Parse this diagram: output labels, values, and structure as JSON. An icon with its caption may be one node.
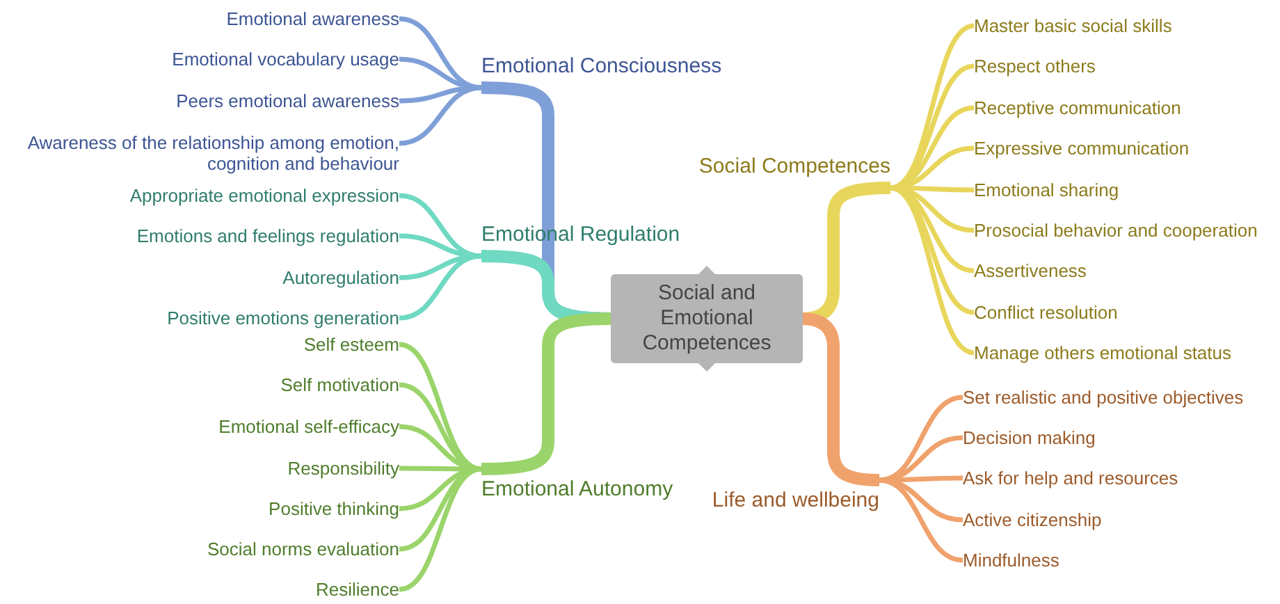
{
  "diagram": {
    "nodes": [
      {
        "text": [
          "Social and Emotional Competences"
        ]
      },
      {
        "text": [
          "Emotional Consciousness"
        ]
      },
      {
        "text": [
          "Emotional awareness"
        ]
      },
      {
        "text": [
          "Emotional vocabulary usage"
        ]
      },
      {
        "text": [
          "Peers emotional awareness"
        ]
      },
      {
        "text": [
          "Awareness of the relationship among emotion, cognition and behaviour"
        ]
      },
      {
        "text": [
          "Emotional Regulation"
        ]
      },
      {
        "text": [
          "Appropriate emotional expression"
        ]
      },
      {
        "text": [
          "Emotions and feelings regulation"
        ]
      },
      {
        "text": [
          "Autoregulation"
        ]
      },
      {
        "text": [
          "Positive emotions generation"
        ]
      },
      {
        "text": [
          "Emotional Autonomy"
        ]
      },
      {
        "text": [
          "Self esteem"
        ]
      },
      {
        "text": [
          "Self motivation"
        ]
      },
      {
        "text": [
          "Emotional self-efficacy"
        ]
      },
      {
        "text": [
          "Responsibility"
        ]
      },
      {
        "text": [
          "Positive thinking"
        ]
      },
      {
        "text": [
          "Social norms evaluation"
        ]
      },
      {
        "text": [
          "Resilience"
        ]
      },
      {
        "text": [
          "Social Competences"
        ]
      },
      {
        "text": [
          "Master basic social skills"
        ]
      },
      {
        "text": [
          "Respect others"
        ]
      },
      {
        "text": [
          "Receptive communication"
        ]
      },
      {
        "text": [
          "Expressive communication"
        ]
      },
      {
        "text": [
          "Emotional sharing"
        ]
      },
      {
        "text": [
          "Prosocial behavior and cooperation"
        ]
      },
      {
        "text": [
          "Assertiveness"
        ]
      },
      {
        "text": [
          "Conflict resolution"
        ]
      },
      {
        "text": [
          "Manage others emotional status"
        ]
      },
      {
        "text": [
          "Life and wellbeing"
        ]
      },
      {
        "text": [
          "Set realistic and positive objectives"
        ]
      },
      {
        "text": [
          "Decision making"
        ]
      },
      {
        "text": [
          "Ask for help and resources"
        ]
      },
      {
        "text": [
          "Active citizenship"
        ]
      },
      {
        "text": [
          "Mindfulness"
        ]
      }
    ],
    "edges": [
      {
        "from": 0,
        "to": 1,
        "arrow": "none",
        "style": "thick",
        "color": "#7f9fd8"
      },
      {
        "from": 1,
        "to": 2,
        "arrow": "none",
        "color": "#7f9fd8"
      },
      {
        "from": 1,
        "to": 3,
        "arrow": "none",
        "color": "#7f9fd8"
      },
      {
        "from": 1,
        "to": 4,
        "arrow": "none",
        "color": "#7f9fd8"
      },
      {
        "from": 1,
        "to": 5,
        "arrow": "none",
        "color": "#7f9fd8"
      },
      {
        "from": 0,
        "to": 6,
        "arrow": "none",
        "style": "thick",
        "color": "#6fd9c2"
      },
      {
        "from": 6,
        "to": 7,
        "arrow": "none",
        "color": "#6fd9c2"
      },
      {
        "from": 6,
        "to": 8,
        "arrow": "none",
        "color": "#6fd9c2"
      },
      {
        "from": 6,
        "to": 9,
        "arrow": "none",
        "color": "#6fd9c2"
      },
      {
        "from": 6,
        "to": 10,
        "arrow": "none",
        "color": "#6fd9c2"
      },
      {
        "from": 0,
        "to": 11,
        "arrow": "none",
        "style": "thick",
        "color": "#9ad46a"
      },
      {
        "from": 11,
        "to": 12,
        "arrow": "none",
        "color": "#9ad46a"
      },
      {
        "from": 11,
        "to": 13,
        "arrow": "none",
        "color": "#9ad46a"
      },
      {
        "from": 11,
        "to": 14,
        "arrow": "none",
        "color": "#9ad46a"
      },
      {
        "from": 11,
        "to": 15,
        "arrow": "none",
        "color": "#9ad46a"
      },
      {
        "from": 11,
        "to": 16,
        "arrow": "none",
        "color": "#9ad46a"
      },
      {
        "from": 11,
        "to": 17,
        "arrow": "none",
        "color": "#9ad46a"
      },
      {
        "from": 11,
        "to": 18,
        "arrow": "none",
        "color": "#9ad46a"
      },
      {
        "from": 0,
        "to": 19,
        "arrow": "none",
        "style": "thick",
        "color": "#e8d65c"
      },
      {
        "from": 19,
        "to": 20,
        "arrow": "none",
        "color": "#e8d65c"
      },
      {
        "from": 19,
        "to": 21,
        "arrow": "none",
        "color": "#e8d65c"
      },
      {
        "from": 19,
        "to": 22,
        "arrow": "none",
        "color": "#e8d65c"
      },
      {
        "from": 19,
        "to": 23,
        "arrow": "none",
        "color": "#e8d65c"
      },
      {
        "from": 19,
        "to": 24,
        "arrow": "none",
        "color": "#e8d65c"
      },
      {
        "from": 19,
        "to": 25,
        "arrow": "none",
        "color": "#e8d65c"
      },
      {
        "from": 19,
        "to": 26,
        "arrow": "none",
        "color": "#e8d65c"
      },
      {
        "from": 19,
        "to": 27,
        "arrow": "none",
        "color": "#e8d65c"
      },
      {
        "from": 19,
        "to": 28,
        "arrow": "none",
        "color": "#e8d65c"
      },
      {
        "from": 0,
        "to": 29,
        "arrow": "none",
        "style": "thick",
        "color": "#f0a26c"
      },
      {
        "from": 29,
        "to": 30,
        "arrow": "none",
        "color": "#f0a26c"
      },
      {
        "from": 29,
        "to": 31,
        "arrow": "none",
        "color": "#f0a26c"
      },
      {
        "from": 29,
        "to": 32,
        "arrow": "none",
        "color": "#f0a26c"
      },
      {
        "from": 29,
        "to": 33,
        "arrow": "none",
        "color": "#f0a26c"
      },
      {
        "from": 29,
        "to": 34,
        "arrow": "none",
        "color": "#f0a26c"
      }
    ]
  }
}
